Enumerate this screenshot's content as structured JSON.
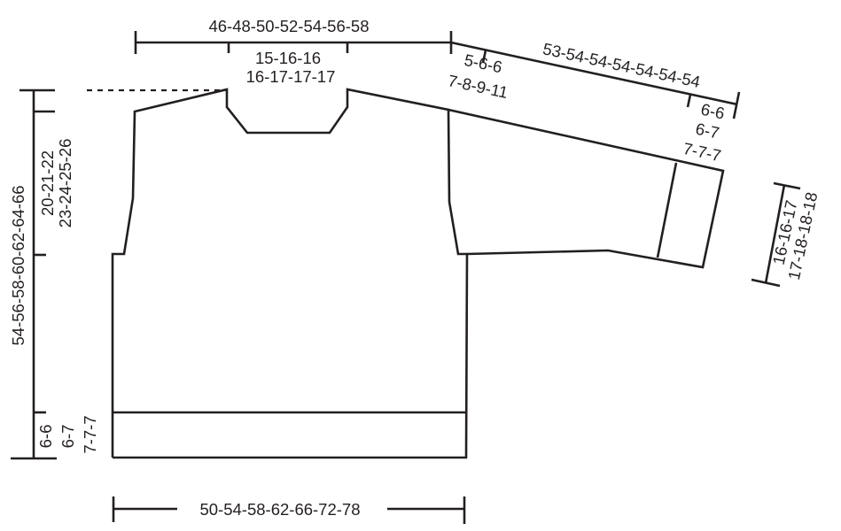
{
  "diagram": {
    "type": "knitting-schematic",
    "garment": "sweater body and sleeve",
    "line_color": "#231f20",
    "background": "#ffffff",
    "measurements": {
      "upper_width": "46-48-50-52-54-56-58",
      "neck_width_line1": "15-16-16",
      "neck_width_line2": "16-17-17-17",
      "shoulder_line1": "5-6-6",
      "shoulder_line2": "7-8-9-11",
      "sleeve_length": "53-54-54-54-54-54-54",
      "cuff_line1": "6-6",
      "cuff_line2": "6-7",
      "cuff_line3": "7-7-7",
      "sleeve_width_line1": "16-16-17",
      "sleeve_width_line2": "17-18-18-18",
      "armhole_line1": "20-21-22",
      "armhole_line2": "23-24-25-26",
      "total_length": "54-56-58-60-62-64-66",
      "rib_line1": "6-6",
      "rib_line2": "6-7",
      "rib_line3": "7-7-7",
      "bottom_width": "50-54-58-62-66-72-78"
    }
  }
}
